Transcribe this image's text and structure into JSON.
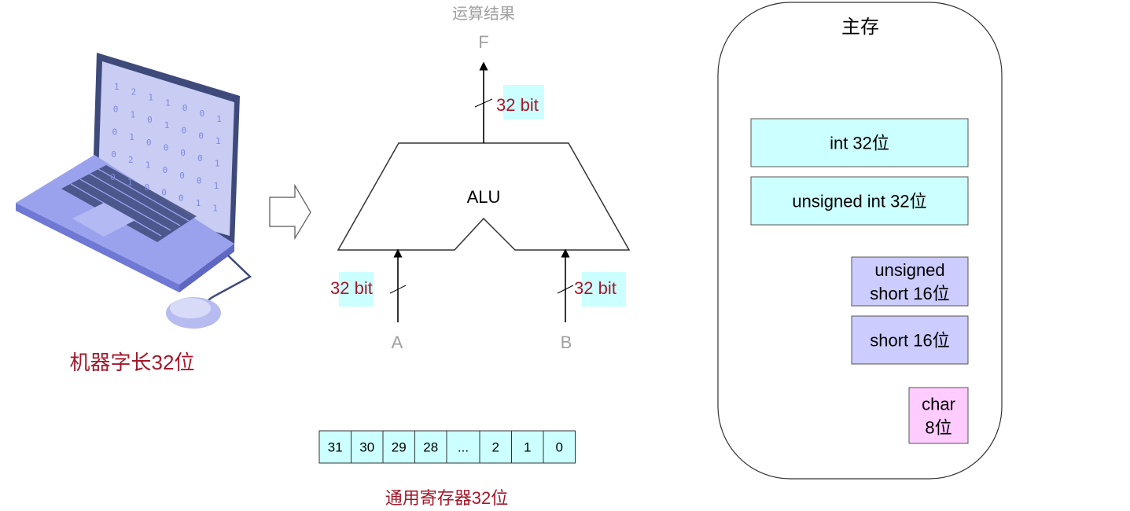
{
  "computer": {
    "caption": "机器字长32位",
    "screen_digits": [
      "1",
      "2",
      "1",
      "1",
      "0",
      "0",
      "1",
      "0",
      "1",
      "0",
      "1",
      "0",
      "0",
      "1",
      "0",
      "1",
      "0",
      "0",
      "0",
      "0",
      "1",
      "0",
      "2",
      "1",
      "0",
      "0",
      "0",
      "1",
      "0",
      "1",
      "0",
      "0",
      "0",
      "1",
      "1"
    ]
  },
  "alu": {
    "label": "ALU",
    "input_a_label": "A",
    "input_b_label": "B",
    "output_label": "F",
    "output_caption": "运算结果",
    "width_a": "32 bit",
    "width_b": "32 bit",
    "width_f": "32 bit"
  },
  "register": {
    "cells": [
      "31",
      "30",
      "29",
      "28",
      "...",
      "2",
      "1",
      "0"
    ],
    "caption": "通用寄存器32位"
  },
  "memory": {
    "title": "主存",
    "types": [
      {
        "lines": [
          "int 32位"
        ]
      },
      {
        "lines": [
          "unsigned int 32位"
        ]
      },
      {
        "lines": [
          "unsigned",
          "short 16位"
        ]
      },
      {
        "lines": [
          "short 16位"
        ]
      },
      {
        "lines": [
          "char",
          "8位"
        ]
      }
    ]
  },
  "colors": {
    "accent_red": "#a3182a",
    "gray_label": "#a0a0a0",
    "cyan_fill": "#ccffff",
    "purple_fill": "#ccccff",
    "pink_fill": "#ffccff",
    "laptop_frame": "#3e4a7a",
    "laptop_screen": "#c9cdf3",
    "laptop_body": "#9aa2ee"
  }
}
